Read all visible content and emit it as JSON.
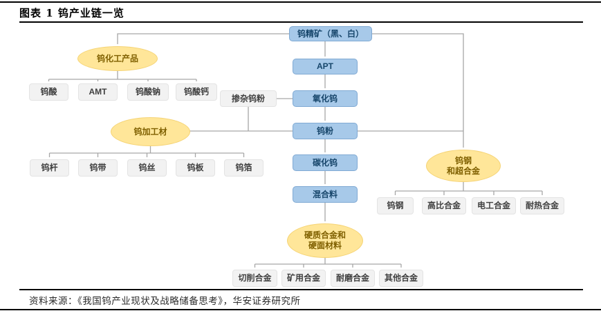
{
  "header": {
    "title": "图表 1 钨产业链一览"
  },
  "footer": {
    "source": "资料来源：《我国钨产业现状及战略储备思考》，华安证券研究所"
  },
  "colors": {
    "blue_node_fill": "#A7C9E9",
    "blue_node_text": "#17466B",
    "yellow_ellipse_fill": "#FFE699",
    "yellow_ellipse_text": "#7F6000",
    "gray_node_fill": "#F2F2F2",
    "gray_node_text": "#3F3F3F",
    "connector": "#A6A6A6"
  },
  "diagram": {
    "nodes": {
      "ore": "钨精矿（黑、白）",
      "apt": "APT",
      "oxide": "氧化钨",
      "powder": "钨粉",
      "carbide": "碳化钨",
      "mix": "混合料",
      "doped": "掺杂钨粉",
      "chem": "钨化工产品",
      "processed": "钨加工材",
      "steel": "钨钢\n和超合金",
      "hard": "硬质合金和\n硬面材料"
    },
    "chem_children": [
      "钨酸",
      "AMT",
      "钨酸钠",
      "钨酸钙"
    ],
    "processed_children": [
      "钨杆",
      "钨带",
      "钨丝",
      "钨板",
      "钨箔"
    ],
    "steel_children": [
      "钨钢",
      "高比合金",
      "电工合金",
      "耐热合金"
    ],
    "hard_children": [
      "切削合金",
      "矿用合金",
      "耐磨合金",
      "其他合金"
    ]
  }
}
